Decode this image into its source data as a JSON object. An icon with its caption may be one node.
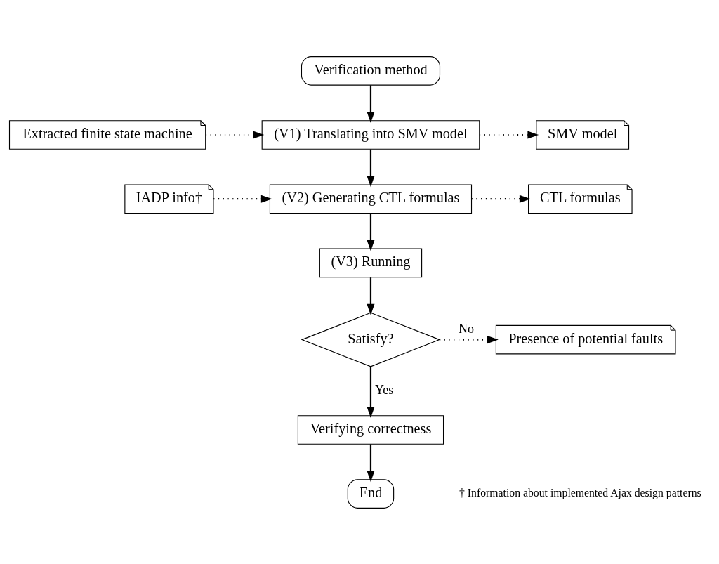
{
  "diagram": {
    "nodes": [
      {
        "text": [
          "Verification method"
        ]
      },
      {
        "text": [
          "Extracted finite state machine"
        ]
      },
      {
        "text": [
          "(V1) Translating into SMV model"
        ]
      },
      {
        "text": [
          "SMV model"
        ]
      },
      {
        "text": [
          "IADP info†"
        ]
      },
      {
        "text": [
          "(V2) Generating CTL formulas"
        ]
      },
      {
        "text": [
          "CTL formulas"
        ]
      },
      {
        "text": [
          "(V3) Running"
        ]
      },
      {
        "text": [
          "Satisfy?"
        ]
      },
      {
        "text": [
          "Presence of potential faults"
        ]
      },
      {
        "text": [
          "Verifying correctness"
        ]
      },
      {
        "text": [
          "End"
        ]
      }
    ],
    "edges": [
      {
        "from": 0,
        "to": 2,
        "arrow": "to"
      },
      {
        "from": 1,
        "to": 2,
        "arrow": "to",
        "style": "dashed"
      },
      {
        "from": 2,
        "to": 3,
        "arrow": "to",
        "style": "dashed"
      },
      {
        "from": 2,
        "to": 5,
        "arrow": "to"
      },
      {
        "from": 4,
        "to": 5,
        "arrow": "to",
        "style": "dashed"
      },
      {
        "from": 5,
        "to": 6,
        "arrow": "to",
        "style": "dashed"
      },
      {
        "from": 5,
        "to": 7,
        "arrow": "to"
      },
      {
        "from": 7,
        "to": 8,
        "arrow": "to"
      },
      {
        "from": 8,
        "to": 9,
        "arrow": "to",
        "style": "dashed",
        "label": "No"
      },
      {
        "from": 8,
        "to": 10,
        "arrow": "to",
        "label": "Yes"
      },
      {
        "from": 10,
        "to": 11,
        "arrow": "to"
      }
    ],
    "labels": [
      "† Information about implemented Ajax design patterns"
    ]
  }
}
